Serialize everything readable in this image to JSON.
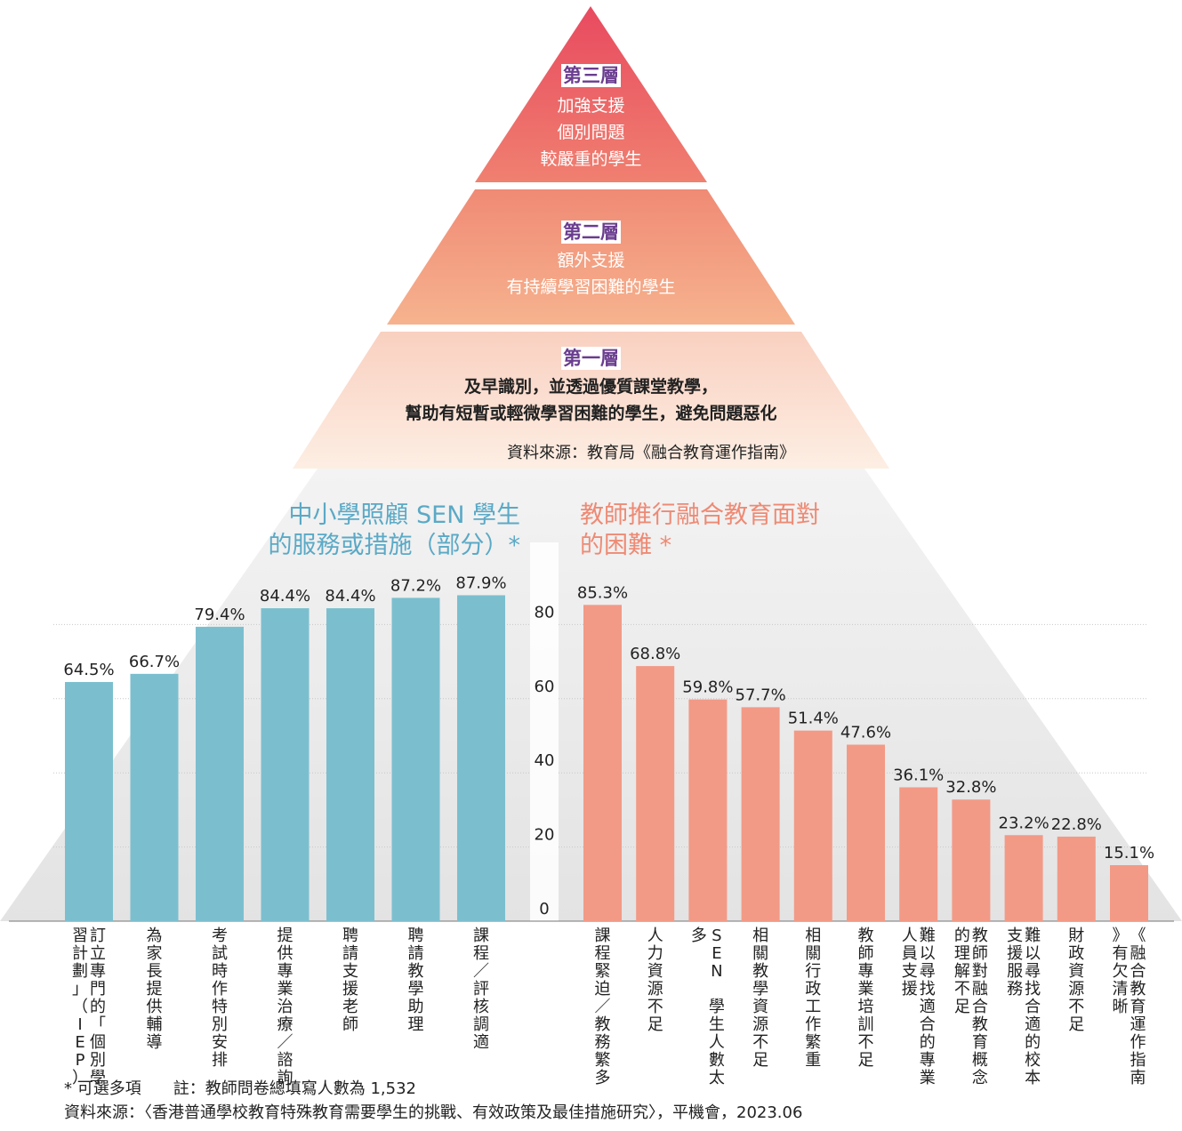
{
  "pyramid": {
    "tier3": {
      "title": "第三層",
      "lines": [
        "加強支援",
        "個別問題",
        "較嚴重的學生"
      ]
    },
    "tier2": {
      "title": "第二層",
      "lines": [
        "額外支援",
        "有持續學習困難的學生"
      ]
    },
    "tier1": {
      "title": "第一層",
      "lines": [
        "及早識別，並透過優質課堂教學，",
        "幫助有短暫或輕微學習困難的學生，避免問題惡化"
      ]
    },
    "source": "資料來源：教育局《融合教育運作指南》"
  },
  "panels": {
    "left_title": [
      "中小學照顧 SEN 學生",
      "的服務或措施（部分）*"
    ],
    "right_title": [
      "教師推行融合教育面對",
      "的困難 *"
    ]
  },
  "footer": {
    "note": "* 可選多項　　註：教師問卷總填寫人數為 1,532",
    "source": "資料來源：〈香港普通學校教育特殊教育需要學生的挑戰、有效政策及最佳措施研究〉，平機會，2023.06"
  },
  "colors": {
    "left_bars": "#7bbfcf",
    "right_bars": "#f29a86",
    "left_title": "#5aa9c6",
    "right_title": "#ee8a74"
  },
  "chart_data": [
    {
      "type": "bar",
      "title": "中小學照顧 SEN 學生的服務或措施（部分）*",
      "categories": [
        "訂立專門的「個別學習計劃」（IEP）",
        "為家長提供輔導",
        "考試時作特別安排",
        "提供專業治療／諮詢",
        "聘請支援老師",
        "聘請教學助理",
        "課程／評核調適"
      ],
      "values": [
        64.5,
        66.7,
        79.4,
        84.4,
        84.4,
        87.2,
        87.9
      ],
      "value_labels": [
        "64.5%",
        "66.7%",
        "79.4%",
        "84.4%",
        "84.4%",
        "87.2%",
        "87.9%"
      ],
      "ylim": [
        0,
        100
      ],
      "yticks": [
        "0",
        "20",
        "40",
        "60",
        "80"
      ]
    },
    {
      "type": "bar",
      "title": "教師推行融合教育面對的困難 *",
      "categories": [
        "課程緊迫／教務繁多",
        "人力資源不足",
        "SEN 學生人數太多",
        "相關教學資源不足",
        "相關行政工作繁重",
        "教師專業培訓不足",
        "難以尋找適合的專業人員支援",
        "教師對融合教育概念的理解不足",
        "難以尋找合適的校本支援服務",
        "財政資源不足",
        "《融合教育運作指南》有欠清晰"
      ],
      "values": [
        85.3,
        68.8,
        59.8,
        57.7,
        51.4,
        47.6,
        36.1,
        32.8,
        23.2,
        22.8,
        15.1
      ],
      "value_labels": [
        "85.3%",
        "68.8%",
        "59.8%",
        "57.7%",
        "51.4%",
        "47.6%",
        "36.1%",
        "32.8%",
        "23.2%",
        "22.8%",
        "15.1%"
      ],
      "ylim": [
        0,
        100
      ],
      "yticks": [
        "0",
        "20",
        "40",
        "60",
        "80"
      ]
    }
  ]
}
